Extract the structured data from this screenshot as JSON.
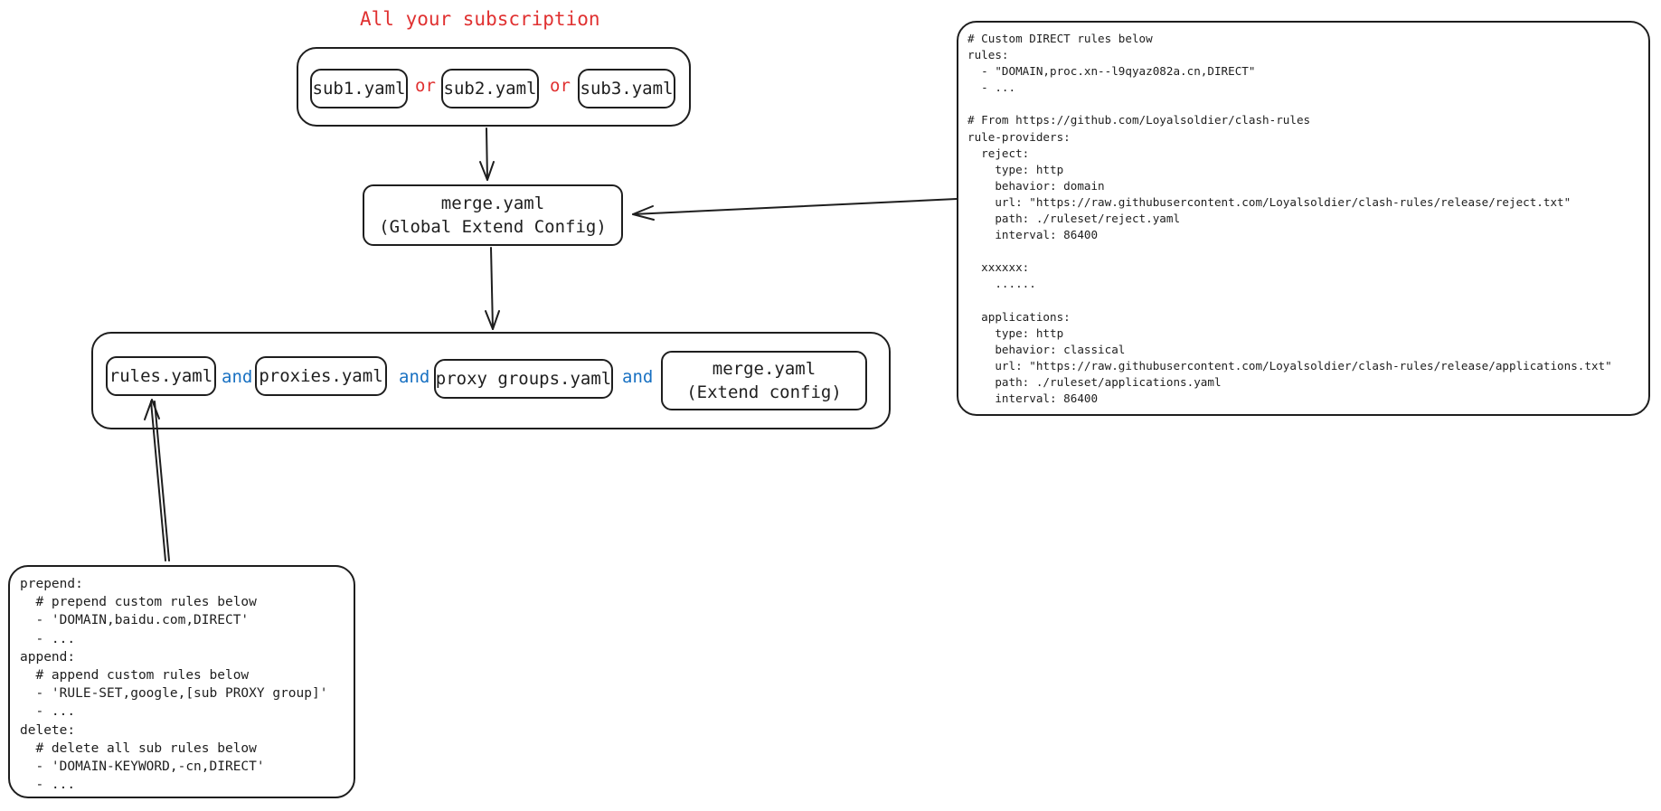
{
  "subscription_title": "All your subscription",
  "subscriptions": {
    "sub1": "sub1.yaml",
    "sub2": "sub2.yaml",
    "sub3": "sub3.yaml",
    "or1": "or",
    "or2": "or"
  },
  "global_merge": {
    "line1": "merge.yaml",
    "line2": "(Global Extend Config)"
  },
  "profile": {
    "rules": "rules.yaml",
    "and1": "and",
    "proxies": "proxies.yaml",
    "and2": "and",
    "proxy_groups": "proxy groups.yaml",
    "and3": "and",
    "merge_line1": "merge.yaml",
    "merge_line2": "(Extend config)"
  },
  "merge_code": "# Custom DIRECT rules below\nrules:\n  - \"DOMAIN,proc.xn--l9qyaz082a.cn,DIRECT\"\n  - ...\n\n# From https://github.com/Loyalsoldier/clash-rules\nrule-providers:\n  reject:\n    type: http\n    behavior: domain\n    url: \"https://raw.githubusercontent.com/Loyalsoldier/clash-rules/release/reject.txt\"\n    path: ./ruleset/reject.yaml\n    interval: 86400\n\n  xxxxxx:\n    ......\n\n  applications:\n    type: http\n    behavior: classical\n    url: \"https://raw.githubusercontent.com/Loyalsoldier/clash-rules/release/applications.txt\"\n    path: ./ruleset/applications.yaml\n    interval: 86400",
  "rules_code": "prepend:\n  # prepend custom rules below\n  - 'DOMAIN,baidu.com,DIRECT'\n  - ...\nappend:\n  # append custom rules below\n  - 'RULE-SET,google,[sub PROXY group]'\n  - ...\ndelete:\n  # delete all sub rules below\n  - 'DOMAIN-KEYWORD,-cn,DIRECT'\n  - ...",
  "colors": {
    "stroke": "#1e1e1e",
    "title_red": "#e03131",
    "connector_red": "#e03131",
    "connector_blue": "#1971c2"
  }
}
